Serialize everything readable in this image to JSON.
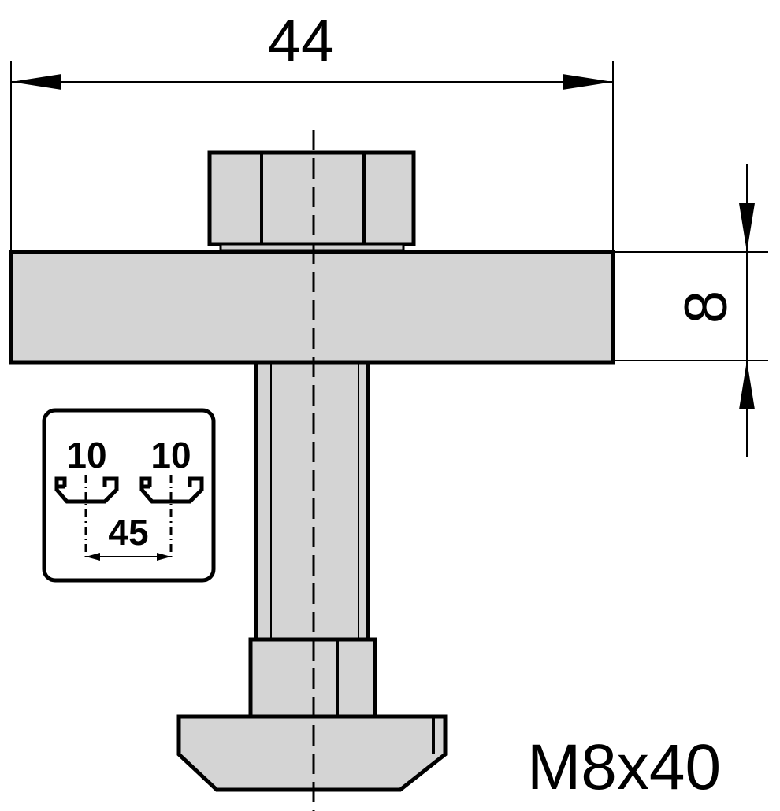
{
  "dimensions": {
    "width_label": "44",
    "thickness_label": "8",
    "part_designation": "M8x40"
  },
  "profile_icon": {
    "slot_left": "10",
    "slot_right": "10",
    "spacing": "45"
  },
  "colors": {
    "part_fill": "#d4d4d4",
    "line": "#000000"
  }
}
